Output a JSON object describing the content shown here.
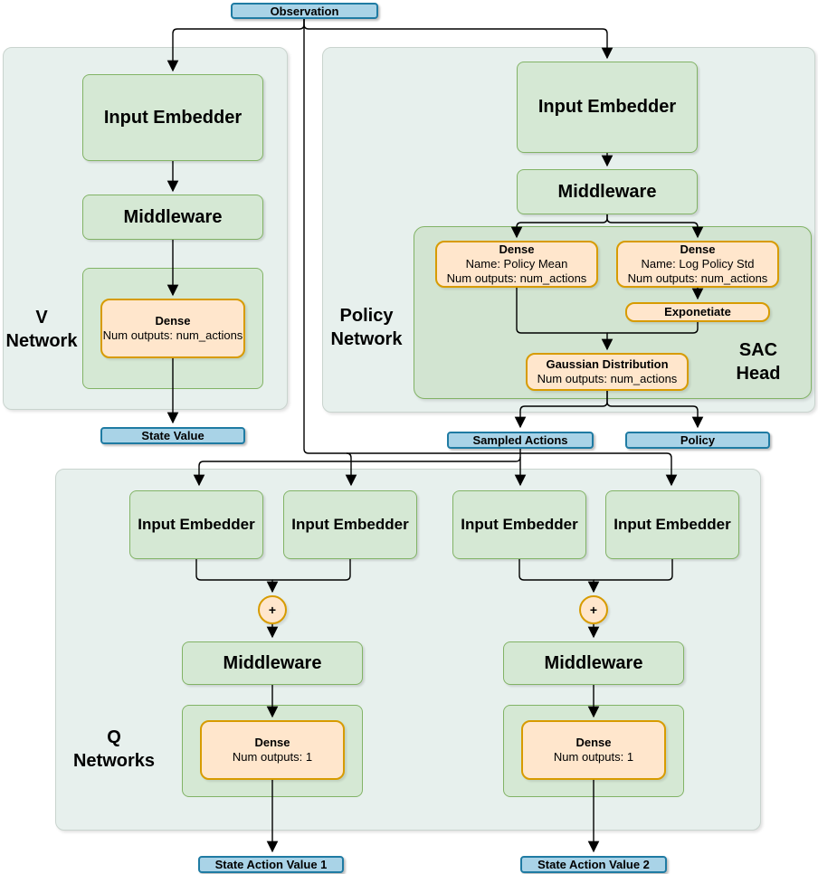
{
  "colors": {
    "green_fill": "#d5e8d4",
    "green_border": "#82b366",
    "orange_fill": "#ffe6cc",
    "orange_border": "#d79b00",
    "blue_fill": "#a9d3e7",
    "blue_border": "#1f7ba3",
    "panel_fill": "#e7f0ed",
    "panel_border": "#c9d4ce",
    "sac_fill": "#d2e4d1",
    "edge_color": "#000000"
  },
  "observation": {
    "label": "Observation"
  },
  "v_network": {
    "title": [
      "V",
      "Network"
    ],
    "input_embedder": "Input Embedder",
    "middleware": "Middleware",
    "dense": {
      "title": "Dense",
      "detail": "Num outputs: num_actions"
    },
    "output": {
      "label": "State Value"
    }
  },
  "policy_network": {
    "title": [
      "Policy",
      "Network"
    ],
    "input_embedder": "Input Embedder",
    "middleware": "Middleware",
    "sac_head": {
      "title": [
        "SAC",
        "Head"
      ],
      "dense_policy_mean": {
        "title": "Dense",
        "name": "Name: Policy Mean",
        "outputs": "Num outputs: num_actions"
      },
      "dense_log_policy_std": {
        "title": "Dense",
        "name": "Name: Log Policy Std",
        "outputs": "Num outputs: num_actions"
      },
      "exponentiate": {
        "label": "Exponetiate"
      },
      "gaussian_distribution": {
        "title": "Gaussian Distribution",
        "outputs": "Num outputs: num_actions"
      }
    },
    "outputs": {
      "sampled_actions": "Sampled Actions",
      "policy": "Policy"
    }
  },
  "q_networks": {
    "title": [
      "Q",
      "Networks"
    ],
    "input_embedder": "Input Embedder",
    "middleware": "Middleware",
    "plus": "+",
    "dense": {
      "title": "Dense",
      "detail": "Num outputs: 1"
    },
    "outputs": {
      "q1": "State Action Value 1",
      "q2": "State Action Value 2"
    }
  }
}
